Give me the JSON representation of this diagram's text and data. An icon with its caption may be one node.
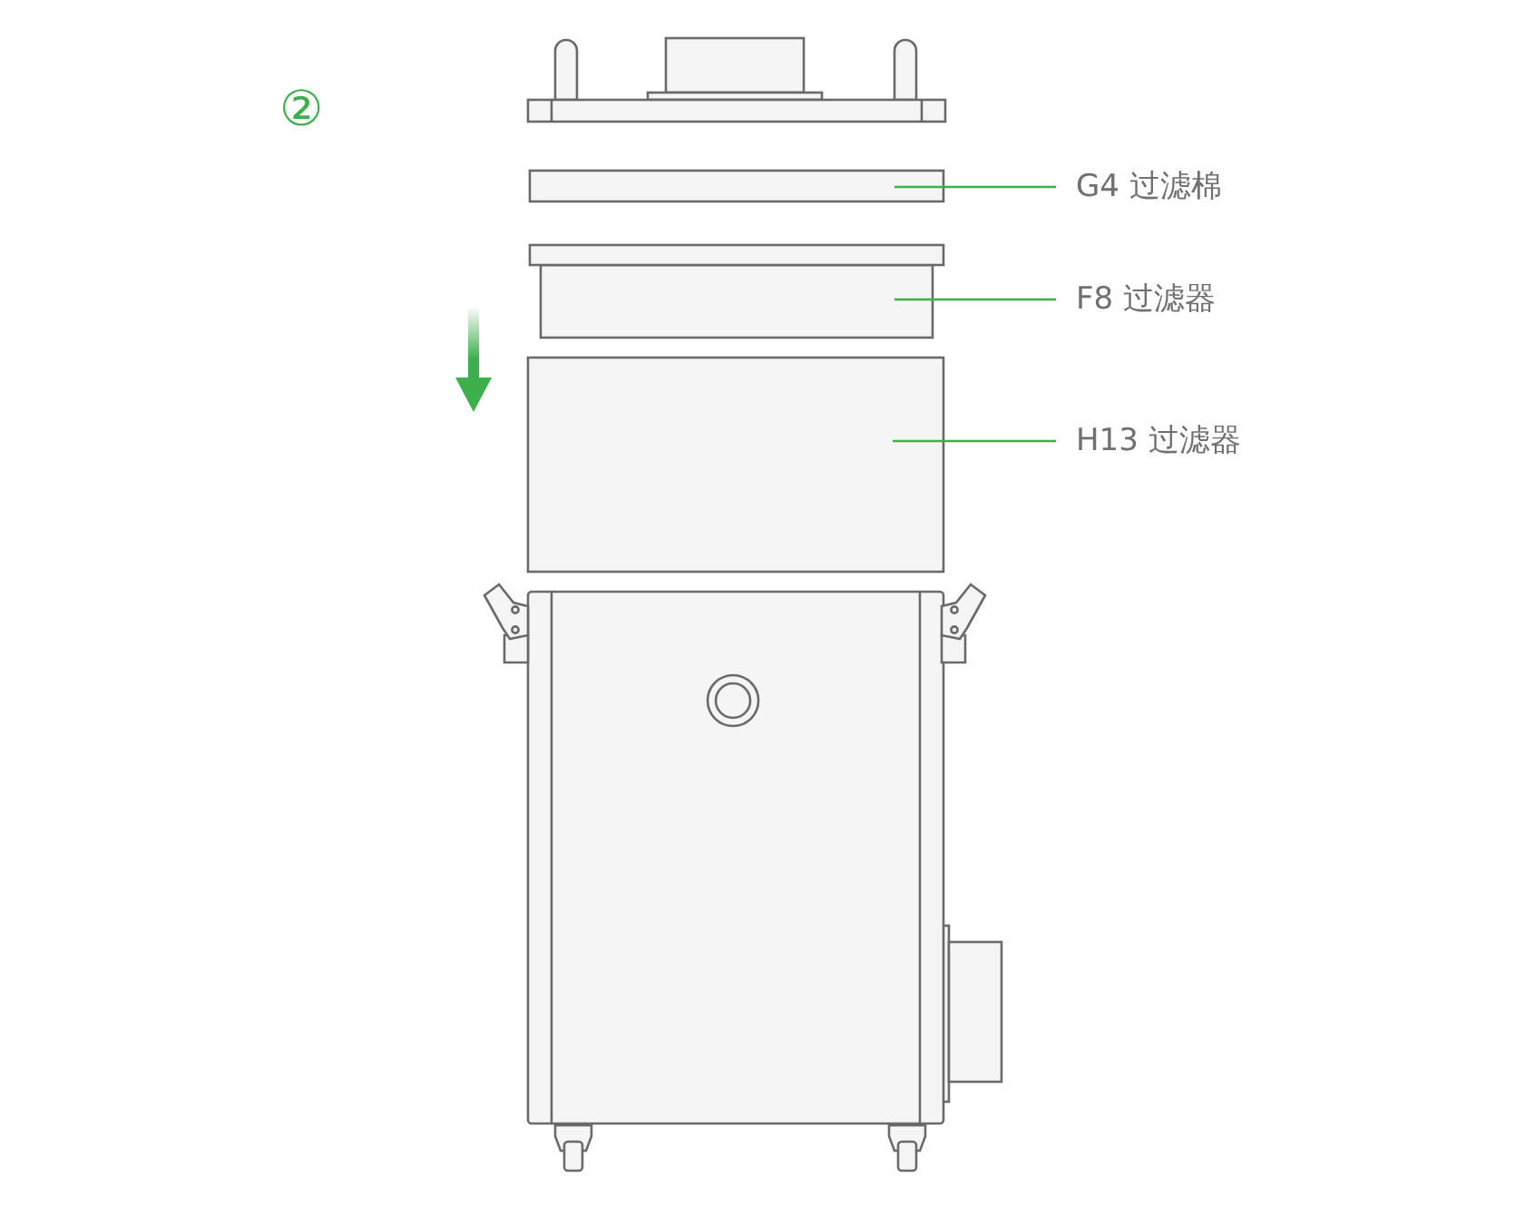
{
  "diagram": {
    "nodes": [
      {
        "text": [
          "G4 过滤棉"
        ]
      },
      {
        "text": [
          "F8 过滤器"
        ]
      },
      {
        "text": [
          "H13 过滤器"
        ]
      },
      {
        "text": [],
        "shape": "box"
      },
      {
        "text": [],
        "shape": "box"
      },
      {
        "text": [],
        "shape": "box"
      }
    ],
    "edges": [
      {
        "from": 0,
        "to": 3,
        "arrow": "none"
      },
      {
        "from": 1,
        "to": 4,
        "arrow": "none"
      },
      {
        "from": 2,
        "to": 5,
        "arrow": "none"
      }
    ],
    "labels": [
      "②"
    ]
  }
}
